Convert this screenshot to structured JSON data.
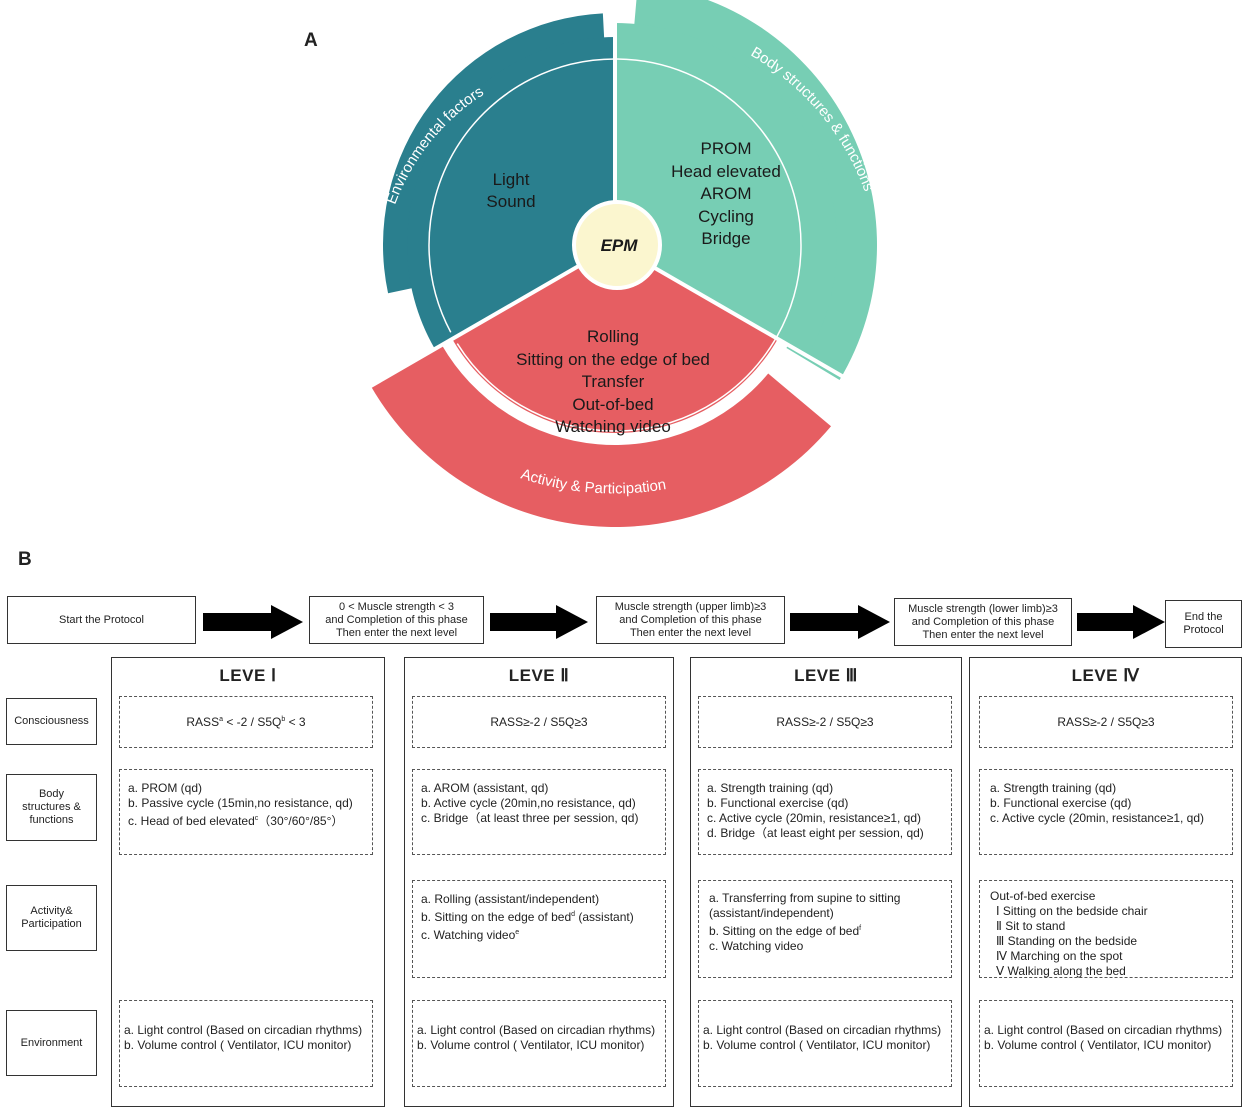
{
  "panel_a": {
    "label": "A",
    "center": "EPM",
    "environmental": {
      "ring_label": "Environmental factors",
      "items": [
        "Light",
        "Sound"
      ],
      "color": "#2a7f8e"
    },
    "body": {
      "ring_label": "Body structures & functions",
      "items": [
        "PROM",
        "Head elevated",
        "AROM",
        "Cycling",
        "Bridge"
      ],
      "color": "#77ceb4"
    },
    "activity": {
      "ring_label": "Activity & Participation",
      "items": [
        "Rolling",
        "Sitting on the edge of bed",
        "Transfer",
        "Out-of-bed",
        "Watching video"
      ],
      "color": "#e65e62"
    },
    "center_color": "#fbf6cf"
  },
  "panel_b": {
    "label": "B",
    "flow": {
      "start": "Start the Protocol",
      "step1": [
        "0 < Muscle strength < 3",
        "and Completion of this phase",
        "Then enter the next level"
      ],
      "step2": [
        "Muscle strength (upper limb)≥3",
        "and Completion of this phase",
        "Then enter the next level"
      ],
      "step3": [
        "Muscle strength (lower limb)≥3",
        "and Completion of this phase",
        "Then enter the next level"
      ],
      "end": [
        "End the",
        "Protocol"
      ]
    },
    "rows": {
      "consciousness": "Consciousness",
      "body": [
        "Body",
        "structures &",
        "functions"
      ],
      "activity": [
        "Activity&",
        "Participation"
      ],
      "environment": "Environment"
    },
    "levels": [
      {
        "title": "LEVE Ⅰ",
        "consciousness": {
          "pre": "RASS",
          "sup1": "a",
          "mid": " < -2 / S5Q",
          "sup2": "b",
          "post": " < 3"
        },
        "body": [
          "a. PROM (qd)",
          "b. Passive cycle (15min,no resistance, qd)",
          "c. Head of bed elevated"
        ],
        "body_sup": "c",
        "body_tail": "（30°/60°/85°）",
        "activity": [],
        "environment": [
          "a. Light control (Based on circadian rhythms)",
          "b. Volume control ( Ventilator, ICU monitor)"
        ]
      },
      {
        "title": "LEVE Ⅱ",
        "consciousness": "RASS≥-2 / S5Q≥3",
        "body": [
          "a. AROM (assistant, qd)",
          "b. Active cycle (20min,no resistance, qd)",
          "c. Bridge（at least three per session, qd)"
        ],
        "activity": [
          "a. Rolling (assistant/independent)",
          "b. Sitting on the edge of bed",
          "c. Watching video"
        ],
        "activity_sup": [
          "",
          "d",
          "e"
        ],
        "activity_tail": [
          "",
          " (assistant)",
          ""
        ],
        "environment": [
          "a. Light control (Based on circadian rhythms)",
          "b. Volume control ( Ventilator, ICU monitor)"
        ]
      },
      {
        "title": "LEVE Ⅲ",
        "consciousness": "RASS≥-2 / S5Q≥3",
        "body": [
          "a. Strength training (qd)",
          "b. Functional exercise (qd)",
          "c. Active cycle (20min, resistance≥1, qd)",
          "d. Bridge（at least eight per session, qd)"
        ],
        "activity": [
          "a. Transferring from supine to sitting",
          "(assistant/independent)",
          "b. Sitting on the edge of bed",
          "c. Watching video"
        ],
        "activity_sup": [
          "",
          "",
          "f",
          ""
        ],
        "environment": [
          "a. Light control (Based on circadian rhythms)",
          "b. Volume control ( Ventilator, ICU monitor)"
        ]
      },
      {
        "title": "LEVE Ⅳ",
        "consciousness": "RASS≥-2 / S5Q≥3",
        "body": [
          "a. Strength training (qd)",
          "b. Functional exercise (qd)",
          "c. Active cycle (20min, resistance≥1, qd)"
        ],
        "activity": [
          "Out-of-bed exercise",
          "Ⅰ Sitting on the bedside chair",
          "Ⅱ Sit to stand",
          "Ⅲ Standing on the bedside",
          "Ⅳ Marching on the spot",
          "Ⅴ Walking along the bed"
        ],
        "environment": [
          "a. Light control (Based on circadian rhythms)",
          "b. Volume control ( Ventilator, ICU monitor)"
        ]
      }
    ]
  }
}
